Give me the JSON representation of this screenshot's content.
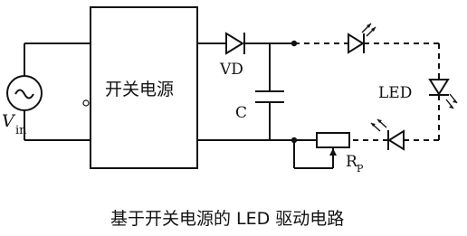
{
  "diagram": {
    "source_label": "V",
    "source_subscript": "in",
    "converter_label": "开关电源",
    "diode_label": "VD",
    "capacitor_label": "C",
    "led_label": "LED",
    "pot_label": "R",
    "pot_subscript": "P",
    "caption": "基于开关电源的 LED 驱动电路"
  }
}
